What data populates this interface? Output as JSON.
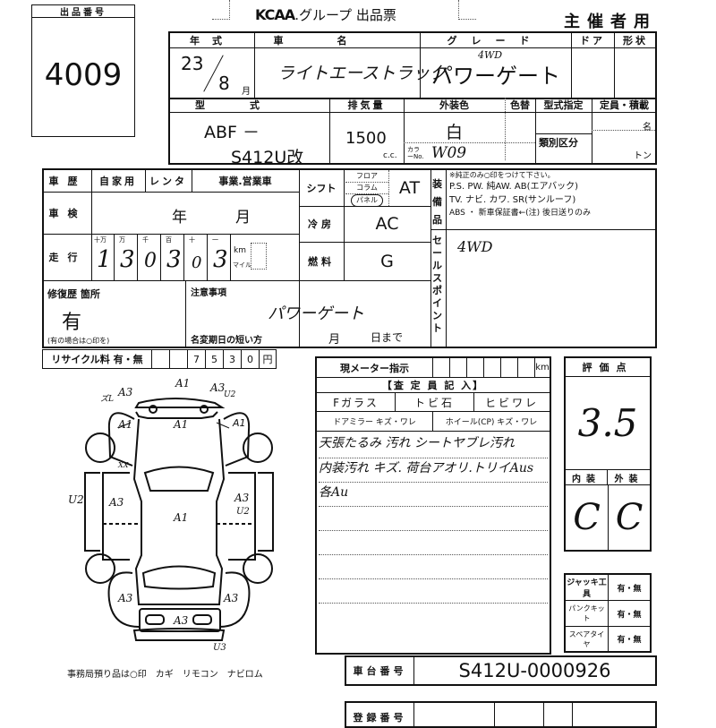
{
  "lot": {
    "label": "出品番号",
    "number": "4009"
  },
  "header": {
    "brand": "KCAA",
    "title": ".グループ 出品票",
    "copy": "主催者用"
  },
  "vehicle": {
    "year_label": "年式",
    "year": "23",
    "month": "8",
    "month_unit": "月",
    "name_label": "車名",
    "name": "ライトエーストラック",
    "grade_label": "グレード",
    "grade": "パワーゲート",
    "grade_note": "4WD",
    "door_label": "ドア",
    "shape_label": "形状",
    "model_label": "型式",
    "model_1": "ABF －",
    "model_2": "S412U改",
    "displacement_label": "排気量",
    "displacement": "1500",
    "cc": "c.c.",
    "color_label": "外装色",
    "color": "白",
    "color_no_label": "カラーNo.",
    "color_no": "W09",
    "color_change_label": "色替",
    "type_spec_label": "型式指定",
    "class_label": "類別区分",
    "capacity_label": "定員・積載",
    "persons_unit": "名",
    "tons_unit": "トン"
  },
  "history": {
    "label": "車歴",
    "private": "自家用",
    "rental": "レンタ",
    "business": "事業.営業車"
  },
  "inspection": {
    "label": "車検",
    "year_unit": "年",
    "month_unit": "月"
  },
  "mileage": {
    "label": "走行",
    "units": [
      "十万",
      "万",
      "千",
      "百",
      "十",
      "一"
    ],
    "digits": [
      "1",
      "3",
      "0",
      "3",
      "0",
      "3"
    ],
    "km": "km",
    "mile": "マイル"
  },
  "shift": {
    "label": "シフト",
    "options": [
      "フロア",
      "コラム",
      "パネル"
    ],
    "value": "AT"
  },
  "ac": {
    "label": "冷房",
    "value": "AC"
  },
  "fuel": {
    "label": "燃料",
    "value": "G"
  },
  "equipment": {
    "label": "装備品",
    "note": "※純正のみ○印をつけて下さい。",
    "line1": "P.S. PW. 純AW. AB(エアバック)",
    "line2": "TV. ナビ. カワ. SR(サンルーフ)",
    "line3": "ABS ・ 新車保証書←(注) 後日送りのみ"
  },
  "sales_point": {
    "label": "セールスポイント",
    "value": "4WD"
  },
  "repair": {
    "label": "修復歴 箇所",
    "value": "有",
    "note": "(有の場合は○印を)"
  },
  "notes": {
    "label": "注意事項",
    "value": "パワーゲート",
    "name_change": "名変期日の短い方",
    "month": "月",
    "day": "日まで"
  },
  "recycle": {
    "label": "リサイクル料 有・無",
    "digits": [
      "",
      "7",
      "5",
      "3",
      "0"
    ],
    "unit": "円"
  },
  "meter": {
    "label": "現メーター指示",
    "unit": "km"
  },
  "inspector": {
    "label": "【査 定 員 記 入】",
    "fglass": "Fガラス",
    "chip": "トビ石",
    "crack": "ヒビワレ",
    "mirror": "ドアミラー キズ・ワレ",
    "wheel": "ホイール(CP) キズ・ワレ",
    "comments": [
      "天張たるみ 汚れ シートヤブレ汚れ",
      "内装汚れ キズ. 荷台アオリ.トリイAus",
      "各Au"
    ]
  },
  "score": {
    "label": "評価点",
    "value": "3.5",
    "interior_label": "内装",
    "exterior_label": "外装",
    "interior": "C",
    "exterior": "C"
  },
  "accessories": [
    {
      "label": "ジャッキ工具",
      "value": "有・無"
    },
    {
      "label": "パンクキット",
      "value": "有・無"
    },
    {
      "label": "スペアタイヤ",
      "value": "有・無"
    }
  ],
  "chassis": {
    "label": "車台番号",
    "value": "S412U-0000926"
  },
  "registration": {
    "label": "登録番号"
  },
  "office": {
    "text": "事務局預り品は○印　カギ　リモコン　ナビロム"
  },
  "diagram": {
    "marks": [
      "A3",
      "ズL",
      "A1",
      "A3",
      "U2",
      "A1",
      "A1",
      "XX",
      "U2",
      "A3",
      "A1",
      "A3",
      "U2",
      "A3",
      "A3",
      "A3",
      "U3"
    ]
  }
}
